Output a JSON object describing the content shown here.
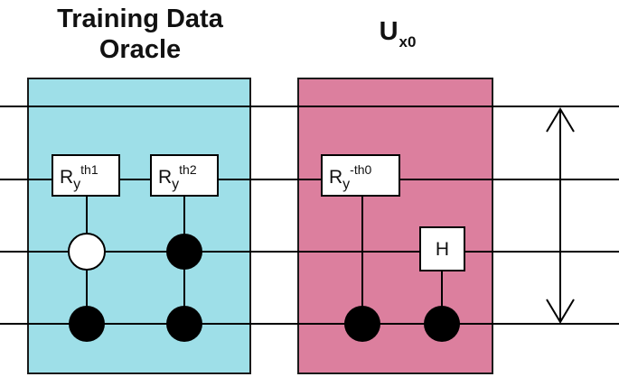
{
  "titles": {
    "oracle_line1": "Training Data",
    "oracle_line2": "Oracle",
    "u_main": "U",
    "u_sub": "x0"
  },
  "blocks": [
    {
      "name": "training-data-oracle",
      "color": "#9edfe8"
    },
    {
      "name": "u-x0",
      "color": "#dc7f9e"
    }
  ],
  "gates": {
    "ry_th1": {
      "base": "R",
      "sub": "y",
      "sup": "th1"
    },
    "ry_th2": {
      "base": "R",
      "sub": "y",
      "sup": "th2"
    },
    "ry_neg_th0": {
      "base": "R",
      "sub": "y",
      "sup": "-th0"
    },
    "h": {
      "label": "H"
    }
  },
  "controls": {
    "open": "#ffffff",
    "closed": "#000000"
  }
}
